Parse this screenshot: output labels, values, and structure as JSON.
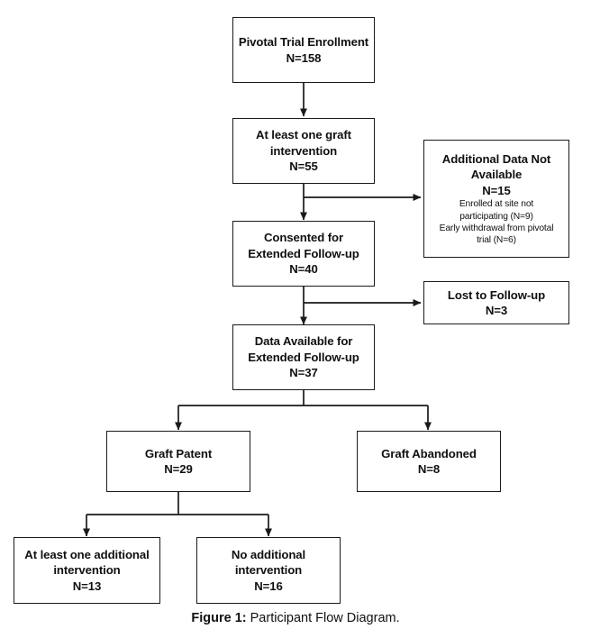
{
  "figure": {
    "caption_label": "Figure 1:",
    "caption_text": "Participant Flow Diagram."
  },
  "chart_data": {
    "type": "diagram",
    "title": "Participant Flow Diagram",
    "nodes": [
      {
        "id": "enrollment",
        "title": "Pivotal Trial Enrollment",
        "n_label": "N=158",
        "n": 158
      },
      {
        "id": "graft-intervention",
        "title_line1": "At least one graft",
        "title_line2": "intervention",
        "n_label": "N=55",
        "n": 55
      },
      {
        "id": "additional-data-not-available",
        "title_line1": "Additional Data Not",
        "title_line2": "Available",
        "n_label": "N=15",
        "n": 15,
        "detail_line1": "Enrolled at site not",
        "detail_line2": "participating (N=9)",
        "detail_line3": "Early withdrawal from pivotal",
        "detail_line4": "trial (N=6)"
      },
      {
        "id": "consented",
        "title_line1": "Consented for",
        "title_line2": "Extended Follow-up",
        "n_label": "N=40",
        "n": 40
      },
      {
        "id": "lost-to-follow-up",
        "title": "Lost to Follow-up",
        "n_label": "N=3",
        "n": 3
      },
      {
        "id": "data-available",
        "title_line1": "Data Available for",
        "title_line2": "Extended Follow-up",
        "n_label": "N=37",
        "n": 37
      },
      {
        "id": "graft-patent",
        "title": "Graft Patent",
        "n_label": "N=29",
        "n": 29
      },
      {
        "id": "graft-abandoned",
        "title": "Graft Abandoned",
        "n_label": "N=8",
        "n": 8
      },
      {
        "id": "additional-intervention",
        "title_line1": "At least one additional",
        "title_line2": "intervention",
        "n_label": "N=13",
        "n": 13
      },
      {
        "id": "no-additional-intervention",
        "title_line1": "No additional",
        "title_line2": "intervention",
        "n_label": "N=16",
        "n": 16
      }
    ],
    "edges": [
      {
        "from": "enrollment",
        "to": "graft-intervention"
      },
      {
        "from": "graft-intervention",
        "to": "consented"
      },
      {
        "from": "graft-intervention",
        "to": "additional-data-not-available"
      },
      {
        "from": "consented",
        "to": "data-available"
      },
      {
        "from": "consented",
        "to": "lost-to-follow-up"
      },
      {
        "from": "data-available",
        "to": "graft-patent"
      },
      {
        "from": "data-available",
        "to": "graft-abandoned"
      },
      {
        "from": "graft-patent",
        "to": "additional-intervention"
      },
      {
        "from": "graft-patent",
        "to": "no-additional-intervention"
      }
    ],
    "colors": {
      "stroke": "#1a1a1a",
      "fill": "#ffffff",
      "text": "#101010"
    }
  }
}
